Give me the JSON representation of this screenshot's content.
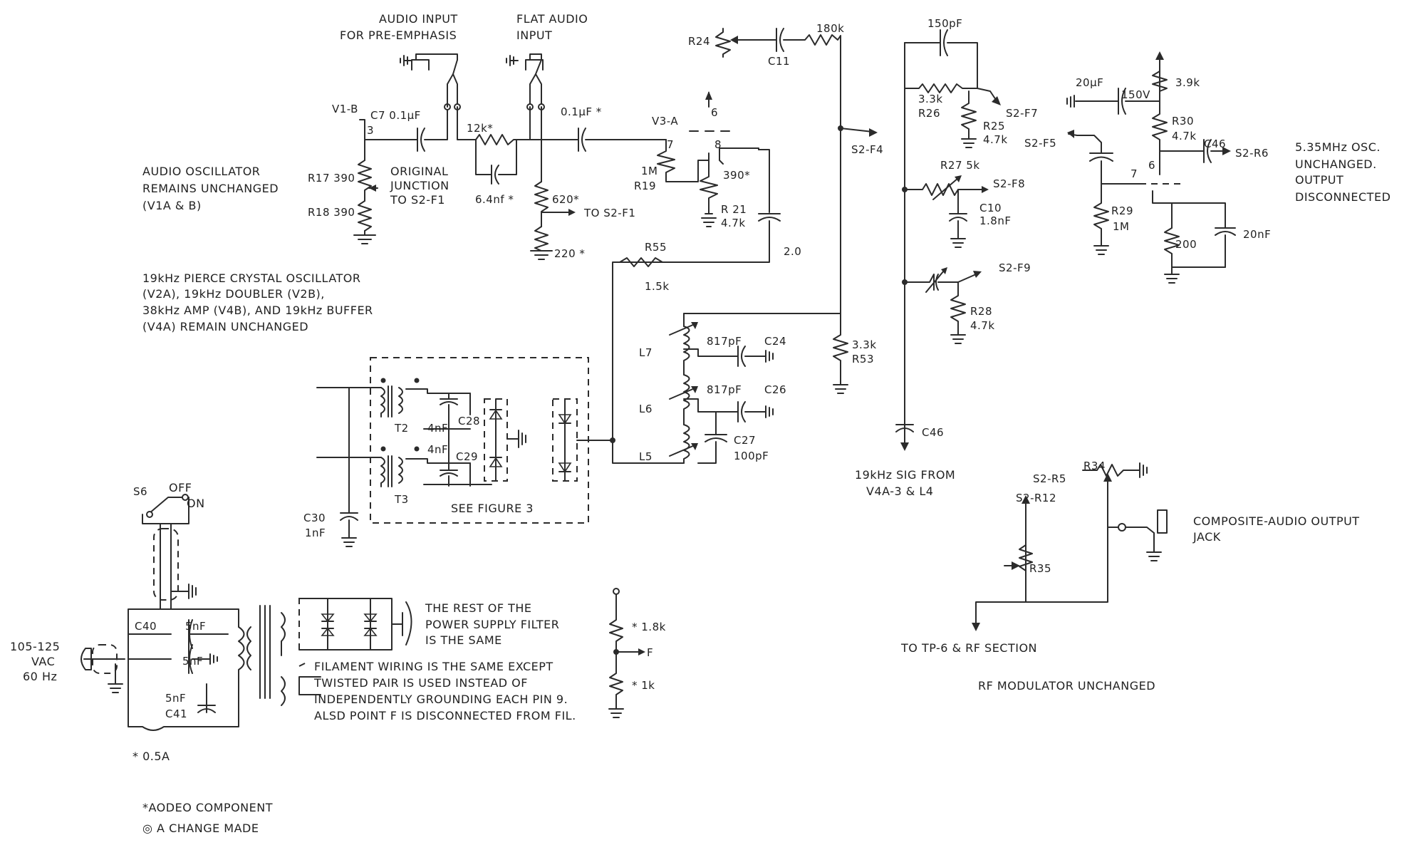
{
  "blocks": {
    "audio_input_preemph": [
      "AUDIO INPUT",
      "FOR PRE-EMPHASIS"
    ],
    "flat_audio_input": [
      "FLAT AUDIO",
      "INPUT"
    ],
    "audio_osc": [
      "AUDIO OSCILLATOR",
      "REMAINS UNCHANGED",
      "(V1A & B)"
    ],
    "orig_junction": [
      "ORIGINAL",
      "JUNCTION",
      "TO S2-F1"
    ],
    "pierce": [
      "19kHz PIERCE CRYSTAL OSCILLATOR",
      "(V2A), 19kHz DOUBLER (V2B),",
      "38kHz AMP (V4B), AND 19kHz BUFFER",
      "(V4A) REMAIN UNCHANGED"
    ],
    "osc_535": [
      "5.35MHz OSC.",
      "UNCHANGED.",
      "OUTPUT",
      "DISCONNECTED"
    ],
    "sig19": [
      "19kHz SIG FROM",
      "V4A-3 & L4"
    ],
    "composite_jack": [
      "COMPOSITE-AUDIO OUTPUT",
      "JACK"
    ],
    "to_tp6": "TO TP-6 & RF SECTION",
    "rf_mod": "RF MODULATOR UNCHANGED",
    "see_figure": "SEE FIGURE 3",
    "power_rest": [
      "THE REST OF THE",
      "POWER SUPPLY FILTER",
      "IS THE SAME"
    ],
    "filament": [
      "FILAMENT WIRING IS THE SAME EXCEPT",
      "TWISTED PAIR IS USED INSTEAD OF",
      "INDEPENDENTLY GROUNDING EACH PIN 9.",
      "ALSD POINT F IS DISCONNECTED FROM FIL."
    ],
    "mains": [
      "105-125",
      "VAC",
      "60 Hz"
    ],
    "switch_off": "OFF",
    "switch_on": "ON",
    "fuse": "* 0.5A",
    "legend": [
      "*AODEO COMPONENT",
      "◎ A CHANGE MADE"
    ]
  },
  "labels": {
    "v1b": "V1-B",
    "c7": "C7 0.1μF",
    "pin3": "3",
    "r17": "R17 390",
    "r18": "R18 390",
    "r12k": "12k*",
    "c64": "6.4nf *",
    "c01b": "0.1μF *",
    "v3a": "V3-A",
    "pin6": "6",
    "pin7": "7",
    "pin8": "8",
    "r1m": "1M",
    "r19": "R19",
    "r390": "390*",
    "r21": "R 21",
    "r21v": "4.7k",
    "r620": "620*",
    "to_s2f1": "TO S2-F1",
    "r220": "220 *",
    "c20": "2.0",
    "r55": "R55",
    "r55v": "1.5k",
    "r24": "R24",
    "c11": "C11",
    "r180": "180k",
    "s2f4": "S2-F4",
    "r53v": "3.3k",
    "r53": "R53",
    "l7": "L7",
    "l6": "L6",
    "l5": "L5",
    "c817a": "817pF",
    "c24": "C24",
    "c817b": "817pF",
    "c26": "C26",
    "c27": "C27",
    "c27v": "100pF",
    "t2": "T2",
    "t3": "T3",
    "c28": "C28",
    "c28v": "4nF",
    "c29": "C29",
    "c29v": "4nF",
    "c30": "C30",
    "c30v": "1nF",
    "c150": "150pF",
    "r26v": "3.3k",
    "r26": "R26",
    "s2f7": "S2-F7",
    "r25": "R25",
    "r25v": "4.7k",
    "r27": "R27 5k",
    "s2f8": "S2-F8",
    "c10": "C10",
    "c10v": "1.8nF",
    "s2f9": "S2-F9",
    "r28": "R28",
    "r28v": "4.7k",
    "c46a": "C46",
    "c20uf": "20μF",
    "v150": "150V",
    "r39": "3.9k",
    "r30": "R30",
    "r30v": "4.7k",
    "c46b": "C46",
    "s2r6": "S2-R6",
    "s2f5": "S2-F5",
    "pin6b": "6",
    "pin7b": "7",
    "r29": "R29",
    "r29v": "1M",
    "r200": "200",
    "c20nf": "20nF",
    "s2r5": "S2-R5",
    "s2r12": "S2-R12",
    "r34": "R34",
    "r35": "R35",
    "s6": "S6",
    "c40": "C40",
    "c5nfa": "5nF",
    "c5nfb": "5nF",
    "c5nfc": "5nF",
    "c41": "C41",
    "r18k": "* 1.8k",
    "pf": "F",
    "r1k": "* 1k"
  }
}
